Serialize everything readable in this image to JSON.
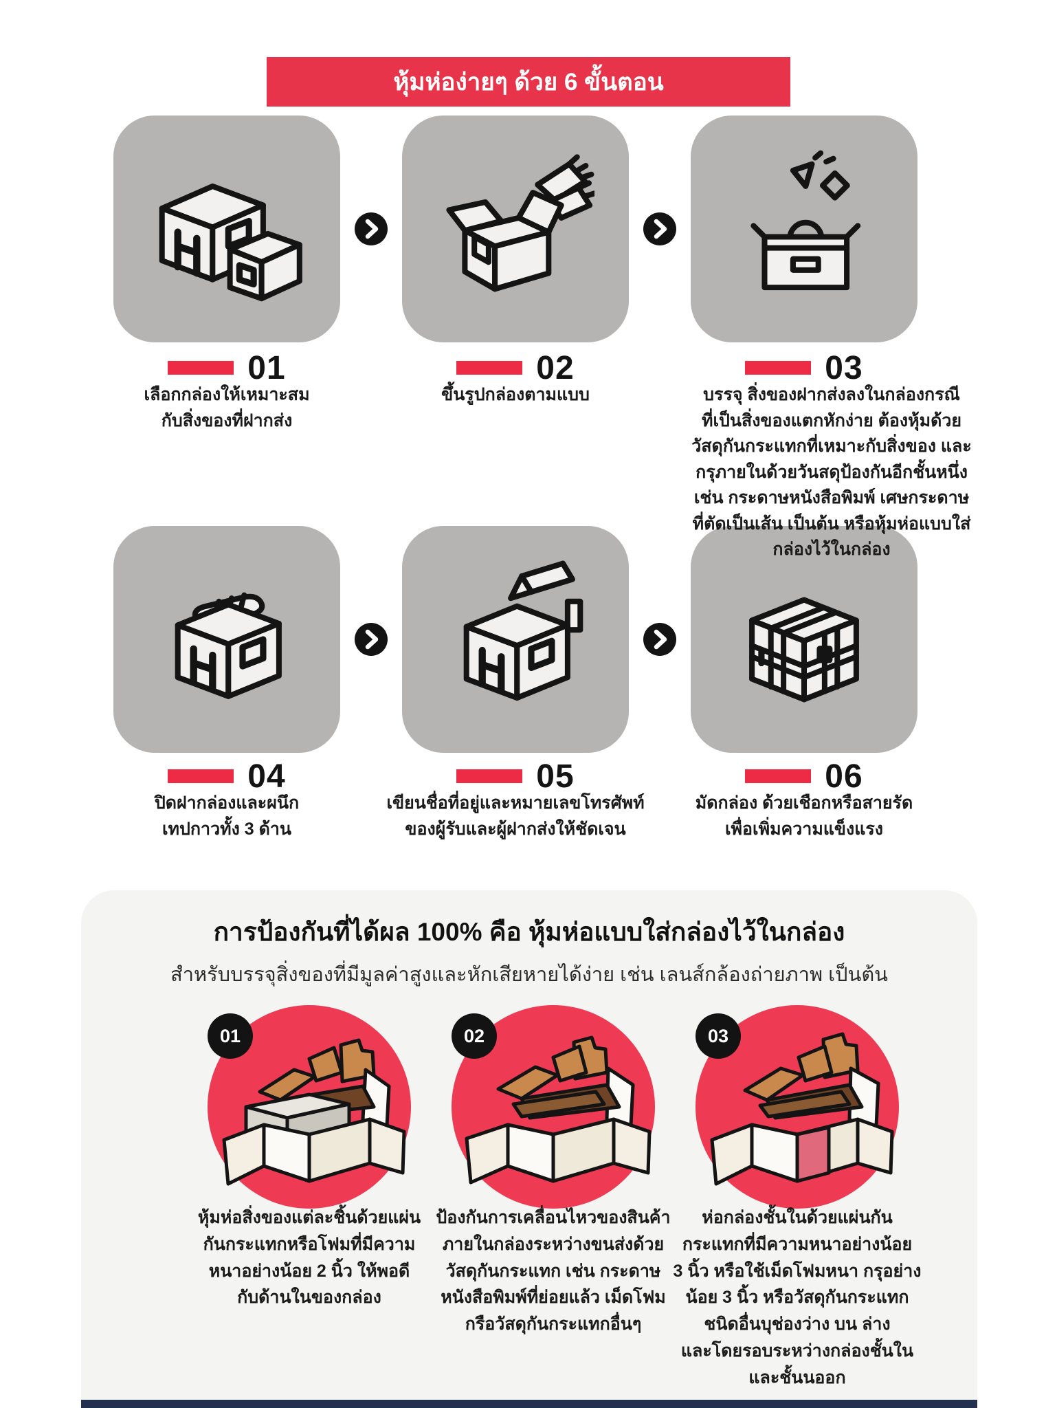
{
  "banner": {
    "title": "หุ้มห่อง่ายๆ ด้วย 6 ขั้นตอน"
  },
  "steps": [
    {
      "number": "01",
      "icon": "stacked-boxes-icon",
      "caption": "เลือกกล่องให้เหมาะสม\nกับสิ่งของที่ฝากส่ง"
    },
    {
      "number": "02",
      "icon": "form-box-icon",
      "caption": "ขึ้นรูปกล่องตามแบบ"
    },
    {
      "number": "03",
      "icon": "pack-items-icon",
      "caption": "บรรจุ สิ่งของฝากส่งลงในกล่องกรณี\nที่เป็นสิ่งของแตกหักง่าย ต้องหุ้มด้วย\nวัสดุกันกระแทกที่เหมาะกับสิ่งของ และ\nกรุภายในด้วยวันสดุป้องกันอีกชั้นหนึ่ง\nเช่น กระดาษหนังสือพิมพ์ เศษกระดาษ\nที่ตัดเป็นเส้น เป็นต้น หรือหุ้มห่อแบบใส่\nกล่องไว้ในกล่อง"
    },
    {
      "number": "04",
      "icon": "seal-box-icon",
      "caption": "ปิดฝากล่องและผนึก\nเทปกาวทั้ง 3 ด้าน"
    },
    {
      "number": "05",
      "icon": "write-address-icon",
      "caption": "เขียนชื่อที่อยู่และหมายเลขโทรศัพท์\nของผู้รับและผู้ฝากส่งให้ชัดเจน"
    },
    {
      "number": "06",
      "icon": "strapped-box-icon",
      "caption": "มัดกล่อง ด้วยเชือกหรือสายรัด\nเพื่อเพิ่มความแข็งแรง"
    }
  ],
  "highlight": {
    "title": "การป้องกันที่ได้ผล 100% คือ หุ้มห่อแบบใส่กล่องไว้ในกล่อง",
    "subtitle": "สำหรับบรรจุสิ่งของที่มีมูลค่าสูงและหักเสียหายได้ง่าย เช่น เลนส์กล้องถ่ายภาพ เป็นต้น",
    "items": [
      {
        "number": "01",
        "icon": "box-in-box-illustration",
        "caption": "หุ้มห่อสิ่งของแต่ละชิ้นด้วยแผ่น\nกันกระแทกหรือโฟมที่มีความ\nหนาอย่างน้อย 2 นิ้ว ให้พอดี\nกับด้านในของกล่อง"
      },
      {
        "number": "02",
        "icon": "box-in-box-illustration",
        "caption": "ป้องกันการเคลื่อนไหวของสินค้า\nภายในกล่องระหว่างขนส่งด้วย\nวัสดุกันกระแทก เช่น กระดาษ\nหนังสือพิมพ์ที่ย่อยแล้ว เม็ดโฟม\nกรือวัสดุกันกระแทกอื่นๆ"
      },
      {
        "number": "03",
        "icon": "box-in-box-illustration",
        "caption": "ห่อกล่องชั้นในด้วยแผ่นกัน\nกระแทกที่มีความหนาอย่างน้อย\n3 นิ้ว หรือใช้เม็ดโฟมหนา กรุอย่าง\nน้อย 3 นิ้ว หรือวัสดุกันกระแทก\nชนิดอื่นบุช่องว่าง บน ล่าง\nและโดยรอบระหว่างกล่องชั้นใน\nและชั้นนออก"
      }
    ]
  },
  "colors": {
    "banner_red": "#e8344b",
    "bar_red": "#ee2b45",
    "circle_red": "#ee3a52",
    "tile_gray": "#b6b4b2",
    "panel_gray": "#f4f4f3",
    "ink": "#141414",
    "footer_navy": "#22304d"
  }
}
